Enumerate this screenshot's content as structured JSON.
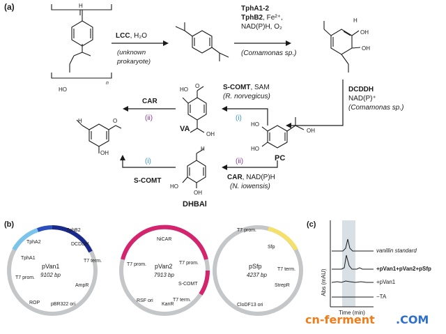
{
  "panel_a": {
    "label": "(a)",
    "polymer": {
      "n": "n",
      "ho": "HO",
      "h": "H"
    },
    "step1": {
      "enzyme": "LCC",
      "cond": ", H₂O",
      "org1": "(unknown",
      "org2": "prokaryote)"
    },
    "step2": {
      "line1": "TphA1-2",
      "line2": "TphB2",
      "line2b": ", Fe²⁺,",
      "line3": "NAD(P)H, O₂",
      "org": "(Comamonas sp.)"
    },
    "step3": {
      "enzyme": "DCDDH",
      "cof": "NAD(P)⁺",
      "org": "(Comamonas sp.)"
    },
    "step4": {
      "enzyme": "S-COMT",
      "cof": ", SAM",
      "org": "(R. norvegicus)",
      "num": "(i)"
    },
    "step5": {
      "enzyme": "CAR",
      "cof": ", NAD(P)H",
      "org": "(N. iowensis)",
      "num": "(ii)"
    },
    "step6": {
      "enzyme": "CAR",
      "num": "(ii)"
    },
    "step7": {
      "enzyme": "S-COMT",
      "num": "(i)"
    },
    "compounds": {
      "va": "VA",
      "pc": "PC",
      "dhbal": "DHBAl"
    },
    "atoms": {
      "ho": "HO",
      "oh": "OH",
      "o": "O",
      "h": "H"
    }
  },
  "panel_b": {
    "label": "(b)",
    "plasmids": [
      {
        "name": "pVan1",
        "size": "9102 bp",
        "features": [
          "TphB2",
          "TphA2",
          "DCDDH",
          "TphA1",
          "T7 term.",
          "T7 prom.",
          "AmpR",
          "pBR322 ori",
          "ROP"
        ]
      },
      {
        "name": "pVan2",
        "size": "7913 bp",
        "features": [
          "NiCAR",
          "T7 prom.",
          "T7 prom.",
          "S-COMT",
          "T7 term.",
          "RSF ori",
          "KanR"
        ]
      },
      {
        "name": "pSfp",
        "size": "4237 bp",
        "features": [
          "T7 prom.",
          "Sfp",
          "T7 term.",
          "StrepR",
          "CloDF13 ori"
        ]
      }
    ]
  },
  "panel_c": {
    "label": "(c)",
    "ylabel": "Abs (mAU)",
    "xlabel": "Time (min)",
    "traces": [
      "vanillin standard",
      "+pVan1+pVan2+pSfp",
      "+pVan1",
      "−TA"
    ]
  },
  "watermark": {
    "left": "cn-ferment",
    "right": ".COM"
  },
  "colors": {
    "blue": "#2b4fbd",
    "light_blue": "#7ac4ec",
    "navy": "#1a2a8c",
    "magenta": "#d4246e",
    "yellow": "#f5e06a",
    "grey": "#c4c6c8",
    "purple": "#8a3a9a",
    "cyan": "#3a9ad4",
    "orange": "#f07d1a",
    "wm_blue": "#2f6fd0"
  }
}
